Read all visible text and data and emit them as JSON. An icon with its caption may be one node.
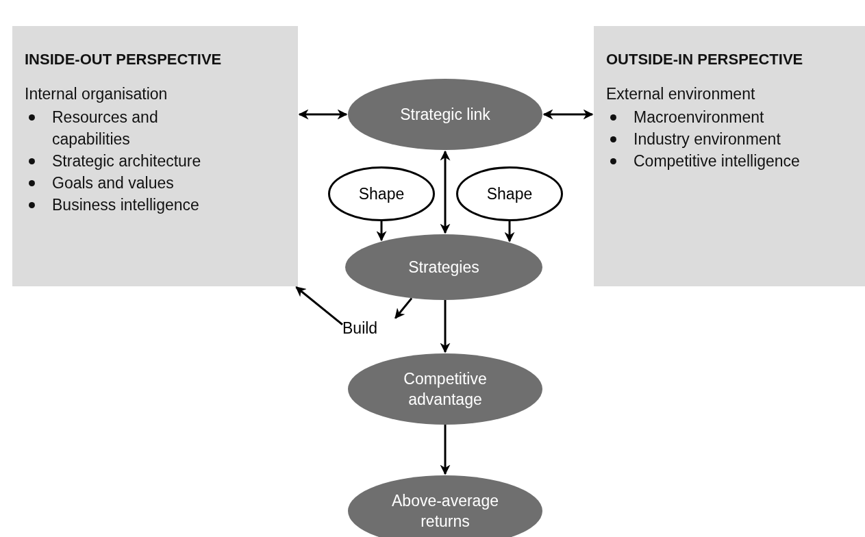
{
  "diagram": {
    "nodes": [
      {
        "text": [
          "INSIDE-OUT PERSPECTIVE",
          "Internal organisation",
          "Resources and capabilities",
          "Strategic architecture",
          "Goals and values",
          "Business intelligence"
        ]
      },
      {
        "text": [
          "OUTSIDE-IN PERSPECTIVE",
          "External environment",
          "Macroenvironment",
          "Industry environment",
          "Competitive intelligence"
        ]
      },
      {
        "text": [
          "Strategic link"
        ]
      },
      {
        "text": [
          "Shape"
        ]
      },
      {
        "text": [
          "Shape"
        ]
      },
      {
        "text": [
          "Strategies"
        ]
      },
      {
        "text": [
          "Build"
        ]
      },
      {
        "text": [
          "Competitive advantage"
        ]
      },
      {
        "text": [
          "Above-average returns"
        ]
      }
    ],
    "edges": [
      {
        "from": 2,
        "to": 0,
        "arrow": "both"
      },
      {
        "from": 2,
        "to": 1,
        "arrow": "both"
      },
      {
        "from": 2,
        "to": 5,
        "arrow": "both"
      },
      {
        "from": 3,
        "to": 5,
        "arrow": "to"
      },
      {
        "from": 4,
        "to": 5,
        "arrow": "to"
      },
      {
        "from": 5,
        "to": 6,
        "arrow": "to"
      },
      {
        "from": 6,
        "to": 0,
        "arrow": "to"
      },
      {
        "from": 5,
        "to": 7,
        "arrow": "to"
      },
      {
        "from": 7,
        "to": 8,
        "arrow": "to"
      }
    ]
  }
}
